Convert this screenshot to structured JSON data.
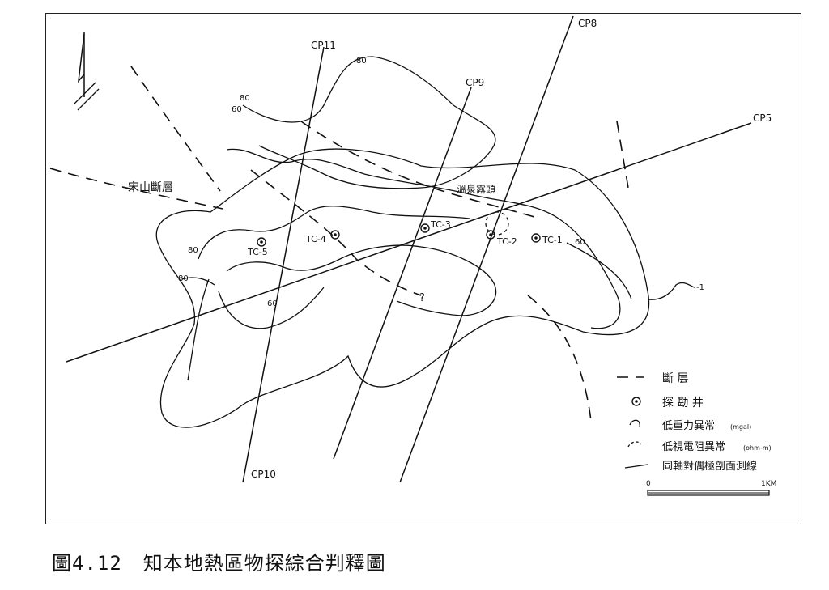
{
  "profiles": {
    "cp5": "CP5",
    "cp8": "CP8",
    "cp9": "CP9",
    "cp10": "CP10",
    "cp11": "CP11"
  },
  "contours": {
    "c80_top": "80",
    "c80_left_a": "80",
    "c60_left": "60",
    "c80_west": "80",
    "c80_sw": "80",
    "c60_south": "60",
    "c60_east": "60",
    "c1_east": "-1"
  },
  "wells": {
    "tc1": "TC-1",
    "tc2": "TC-2",
    "tc3": "TC-3",
    "tc4": "TC-4",
    "tc5": "TC-5"
  },
  "map_labels": {
    "fault_name": "宋山斷層",
    "area_name": "溫泉露頭",
    "question": "?"
  },
  "legend": {
    "fault": "斷 层",
    "well": "探 勘 井",
    "gravity": "低重力異常",
    "gravity_unit": "(mgal)",
    "resistivity": "低視電阻異常",
    "resistivity_unit": "(ohm-m)",
    "survey": "同軸對偶極剖面測線"
  },
  "scale_bar": {
    "start": "0",
    "end": "1KM"
  },
  "caption": {
    "number": "圖4.12",
    "title": "知本地熱區物探綜合判釋圖"
  }
}
